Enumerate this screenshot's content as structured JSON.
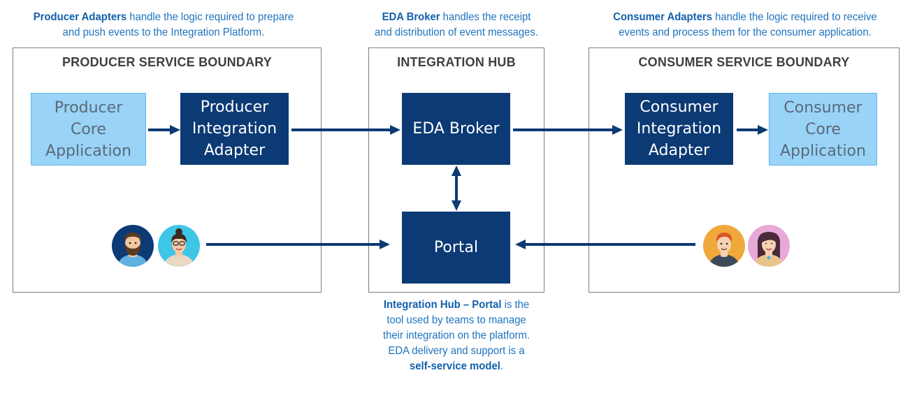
{
  "notes": {
    "producer": {
      "bold": "Producer Adapters",
      "rest1": " handle the logic required to prepare",
      "line2": "and push events to the Integration Platform."
    },
    "broker": {
      "bold": "EDA Broker",
      "rest1": " handles the receipt",
      "line2": "and distribution of event messages."
    },
    "consumer": {
      "bold": "Consumer Adapters",
      "rest1": " handle the logic required to receive",
      "line2": "events and process them for the consumer application."
    },
    "portal": {
      "bold": "Integration Hub – Portal",
      "rest1": " is the",
      "line2": "tool used by teams to manage",
      "line3": "their integration on the platform.",
      "line4": "EDA delivery and support is a",
      "bold2": "self-service model",
      "tail": "."
    }
  },
  "boundaries": {
    "producer": "PRODUCER SERVICE BOUNDARY",
    "hub": "INTEGRATION HUB",
    "consumer": "CONSUMER SERVICE BOUNDARY"
  },
  "boxes": {
    "producer_core": [
      "Producer",
      "Core",
      "Application"
    ],
    "producer_adapter": [
      "Producer",
      "Integration",
      "Adapter"
    ],
    "eda_broker": "EDA Broker",
    "portal": "Portal",
    "consumer_adapter": [
      "Consumer",
      "Integration",
      "Adapter"
    ],
    "consumer_core": [
      "Consumer",
      "Core",
      "Application"
    ]
  },
  "colors": {
    "note_blue": "#1e73be",
    "dark_box": "#0b3a74",
    "light_box": "#99d3f7",
    "arrow": "#0b3a74",
    "boundary_border": "#7f7f7f"
  },
  "icons": [
    "bearded-man-avatar-icon",
    "woman-glasses-avatar-icon",
    "man-avatar-icon",
    "woman-avatar-icon"
  ]
}
